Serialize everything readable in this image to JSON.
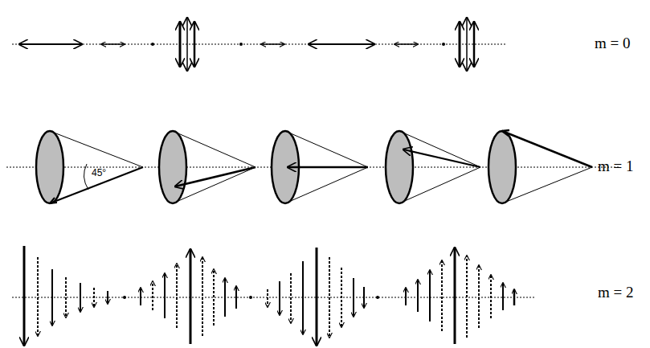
{
  "diagram": {
    "labels": [
      "m = 0",
      "m = 1",
      "m = 2",
      "45°"
    ]
  }
}
